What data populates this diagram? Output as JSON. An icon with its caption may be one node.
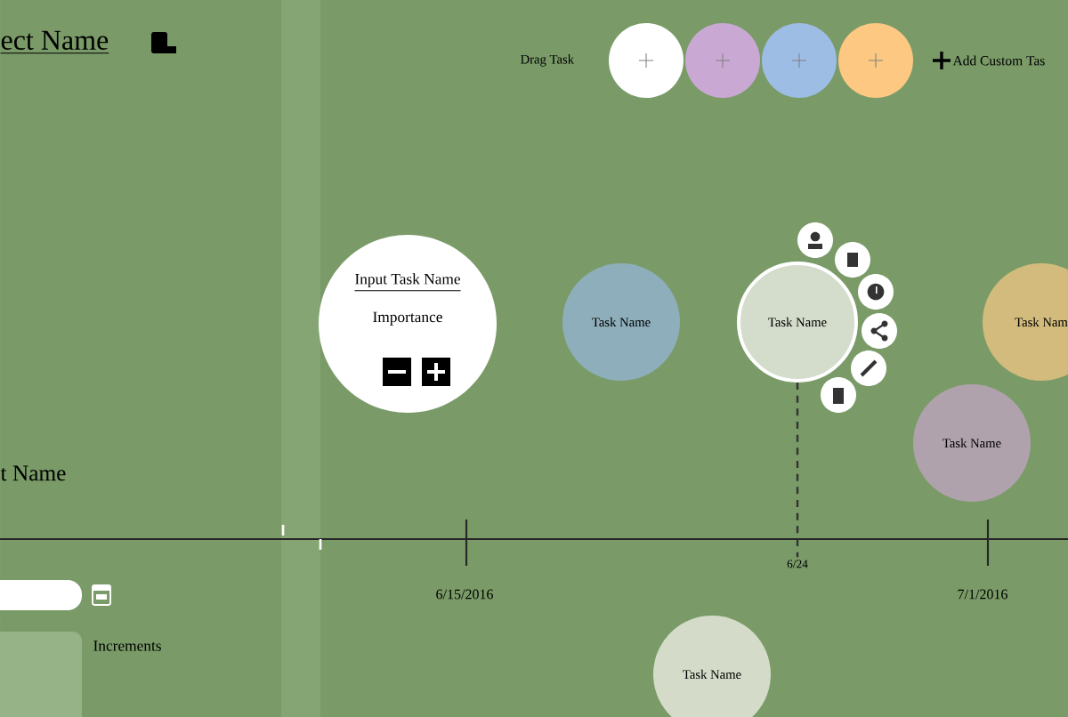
{
  "diagram": {
    "nodes": [
      {
        "text": [
          "Input Task Name",
          "Importance"
        ]
      },
      {
        "text": [
          "Task Name"
        ]
      },
      {
        "text": [
          "Task Name"
        ]
      },
      {
        "text": [
          "Task Nam"
        ]
      },
      {
        "text": [
          "Task Name"
        ]
      },
      {
        "text": [
          "Task Name"
        ]
      },
      {
        "text": [],
        "shape": "circle"
      },
      {
        "text": [],
        "shape": "circle"
      },
      {
        "text": [],
        "shape": "circle"
      },
      {
        "text": [],
        "shape": "circle"
      },
      {
        "text": [
          "6/24"
        ]
      }
    ],
    "edges": [
      {
        "from": 2,
        "to": 10,
        "arrow": "none",
        "style": "dashed"
      }
    ],
    "labels": [
      "ect Name",
      "Drag Task",
      "Add Custom Tas",
      "t Name",
      "6/15/2016",
      "7/1/2016",
      "Increments"
    ]
  }
}
